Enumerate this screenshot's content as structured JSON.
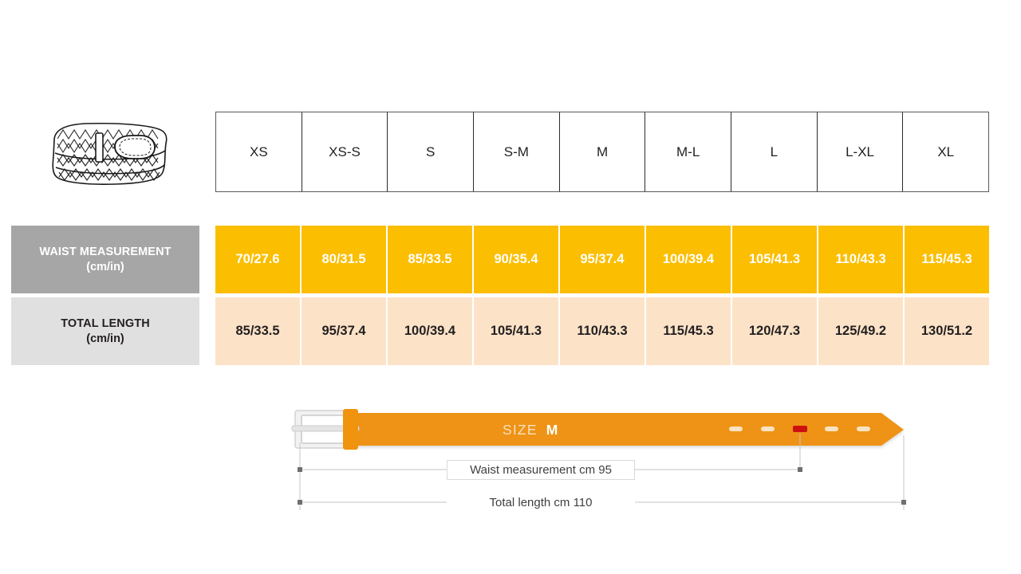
{
  "product_icon": "woven-belt-icon",
  "table": {
    "size_headers": [
      "XS",
      "XS-S",
      "S",
      "S-M",
      "M",
      "M-L",
      "L",
      "L-XL",
      "XL"
    ],
    "rows": [
      {
        "label_line1": "WAIST MEASUREMENT",
        "label_line2": "(cm/in)",
        "values": [
          "70/27.6",
          "80/31.5",
          "85/33.5",
          "90/35.4",
          "95/37.4",
          "100/39.4",
          "105/41.3",
          "110/43.3",
          "115/45.3"
        ]
      },
      {
        "label_line1": "TOTAL LENGTH",
        "label_line2": "(cm/in)",
        "values": [
          "85/33.5",
          "95/37.4",
          "100/39.4",
          "105/41.3",
          "110/43.3",
          "115/45.3",
          "120/47.3",
          "125/49.2",
          "130/51.2"
        ]
      }
    ]
  },
  "diagram": {
    "size_word": "SIZE",
    "size_value": "M",
    "waist_dimension_label": "Waist measurement cm 95",
    "total_length_label": "Total length cm 110",
    "hole_count": 5,
    "active_hole_index": 2,
    "buckle_icon": "belt-buckle-icon"
  },
  "colors": {
    "accent_yellow": "#fbbe00",
    "accent_peach": "#fce3c8",
    "belt_orange": "#ee9313",
    "label_gray": "#a6a6a6",
    "label_light_gray": "#e0e0e0",
    "active_hole_red": "#cc1111",
    "dimension_line": "#bfbfbf",
    "buckle_silver": "#d6d6d6"
  }
}
